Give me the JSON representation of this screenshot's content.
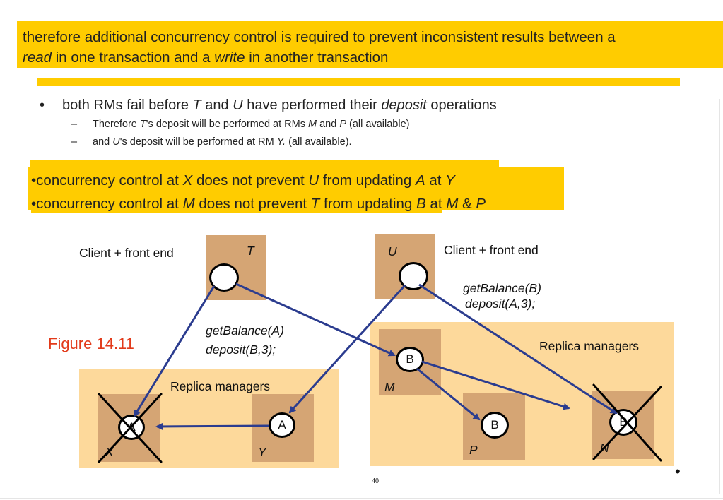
{
  "banner": {
    "line1": "therefore additional concurrency control is required to prevent inconsistent results between a",
    "line2_read": "read",
    "line2_mid": " in one transaction and a ",
    "line2_write": "write",
    "line2_end": " in another transaction"
  },
  "bullets": {
    "main": {
      "marker": "•",
      "t1": "both RMs  fail before ",
      "T": "T",
      "t2": " and ",
      "U": "U",
      "t3": " have performed their ",
      "deposit": "deposit",
      "t4": " operations"
    },
    "sub1": {
      "marker": "–",
      "t1": "Therefore ",
      "T": "T",
      "t2": "'s deposit will be performed at RMs ",
      "M": "M",
      "t3": " and ",
      "P": "P",
      "t4": " (all available)"
    },
    "sub2": {
      "marker": "–",
      "t1": "and ",
      "U": "U",
      "t2": "'s deposit will be performed at RM ",
      "Y": "Y.",
      "t3": "  (all available)."
    }
  },
  "highlight": {
    "line1": {
      "t1": "•concurrency control at ",
      "X": "X",
      "t2": " does not prevent ",
      "U": "U",
      "t3": " from updating ",
      "A": "A",
      "t4": " at ",
      "Y": "Y"
    },
    "line2": {
      "t1": "•concurrency control at ",
      "M": "M",
      "t2": " does not prevent ",
      "T": "T",
      "t3": " from updating ",
      "B": "B",
      "t4": " at ",
      "M2": "M",
      "t5": " & ",
      "P": "P"
    }
  },
  "diagram": {
    "client_left": "Client + front end",
    "client_right": "Client + front end",
    "T": "T",
    "U": "U",
    "ops_left": [
      "getBalance(A)",
      "deposit(B,3);"
    ],
    "ops_right": [
      "getBalance(B)",
      "deposit(A,3);"
    ],
    "rm_left_title": "Replica managers",
    "rm_right_title": "Replica managers",
    "X": "X",
    "Y": "Y",
    "M": "M",
    "P": "P",
    "N": "N",
    "circle_X": "A",
    "circle_Y": "A",
    "circle_M": "B",
    "circle_P": "B",
    "circle_N": "B",
    "arrow_color": "#2b3c8f",
    "cross_color": "#000000",
    "tan_color": "#d5a574",
    "light_color": "#fdd99b"
  },
  "figure_label": "Figure 14.11",
  "page_number": "40",
  "stray_bullet": "•"
}
